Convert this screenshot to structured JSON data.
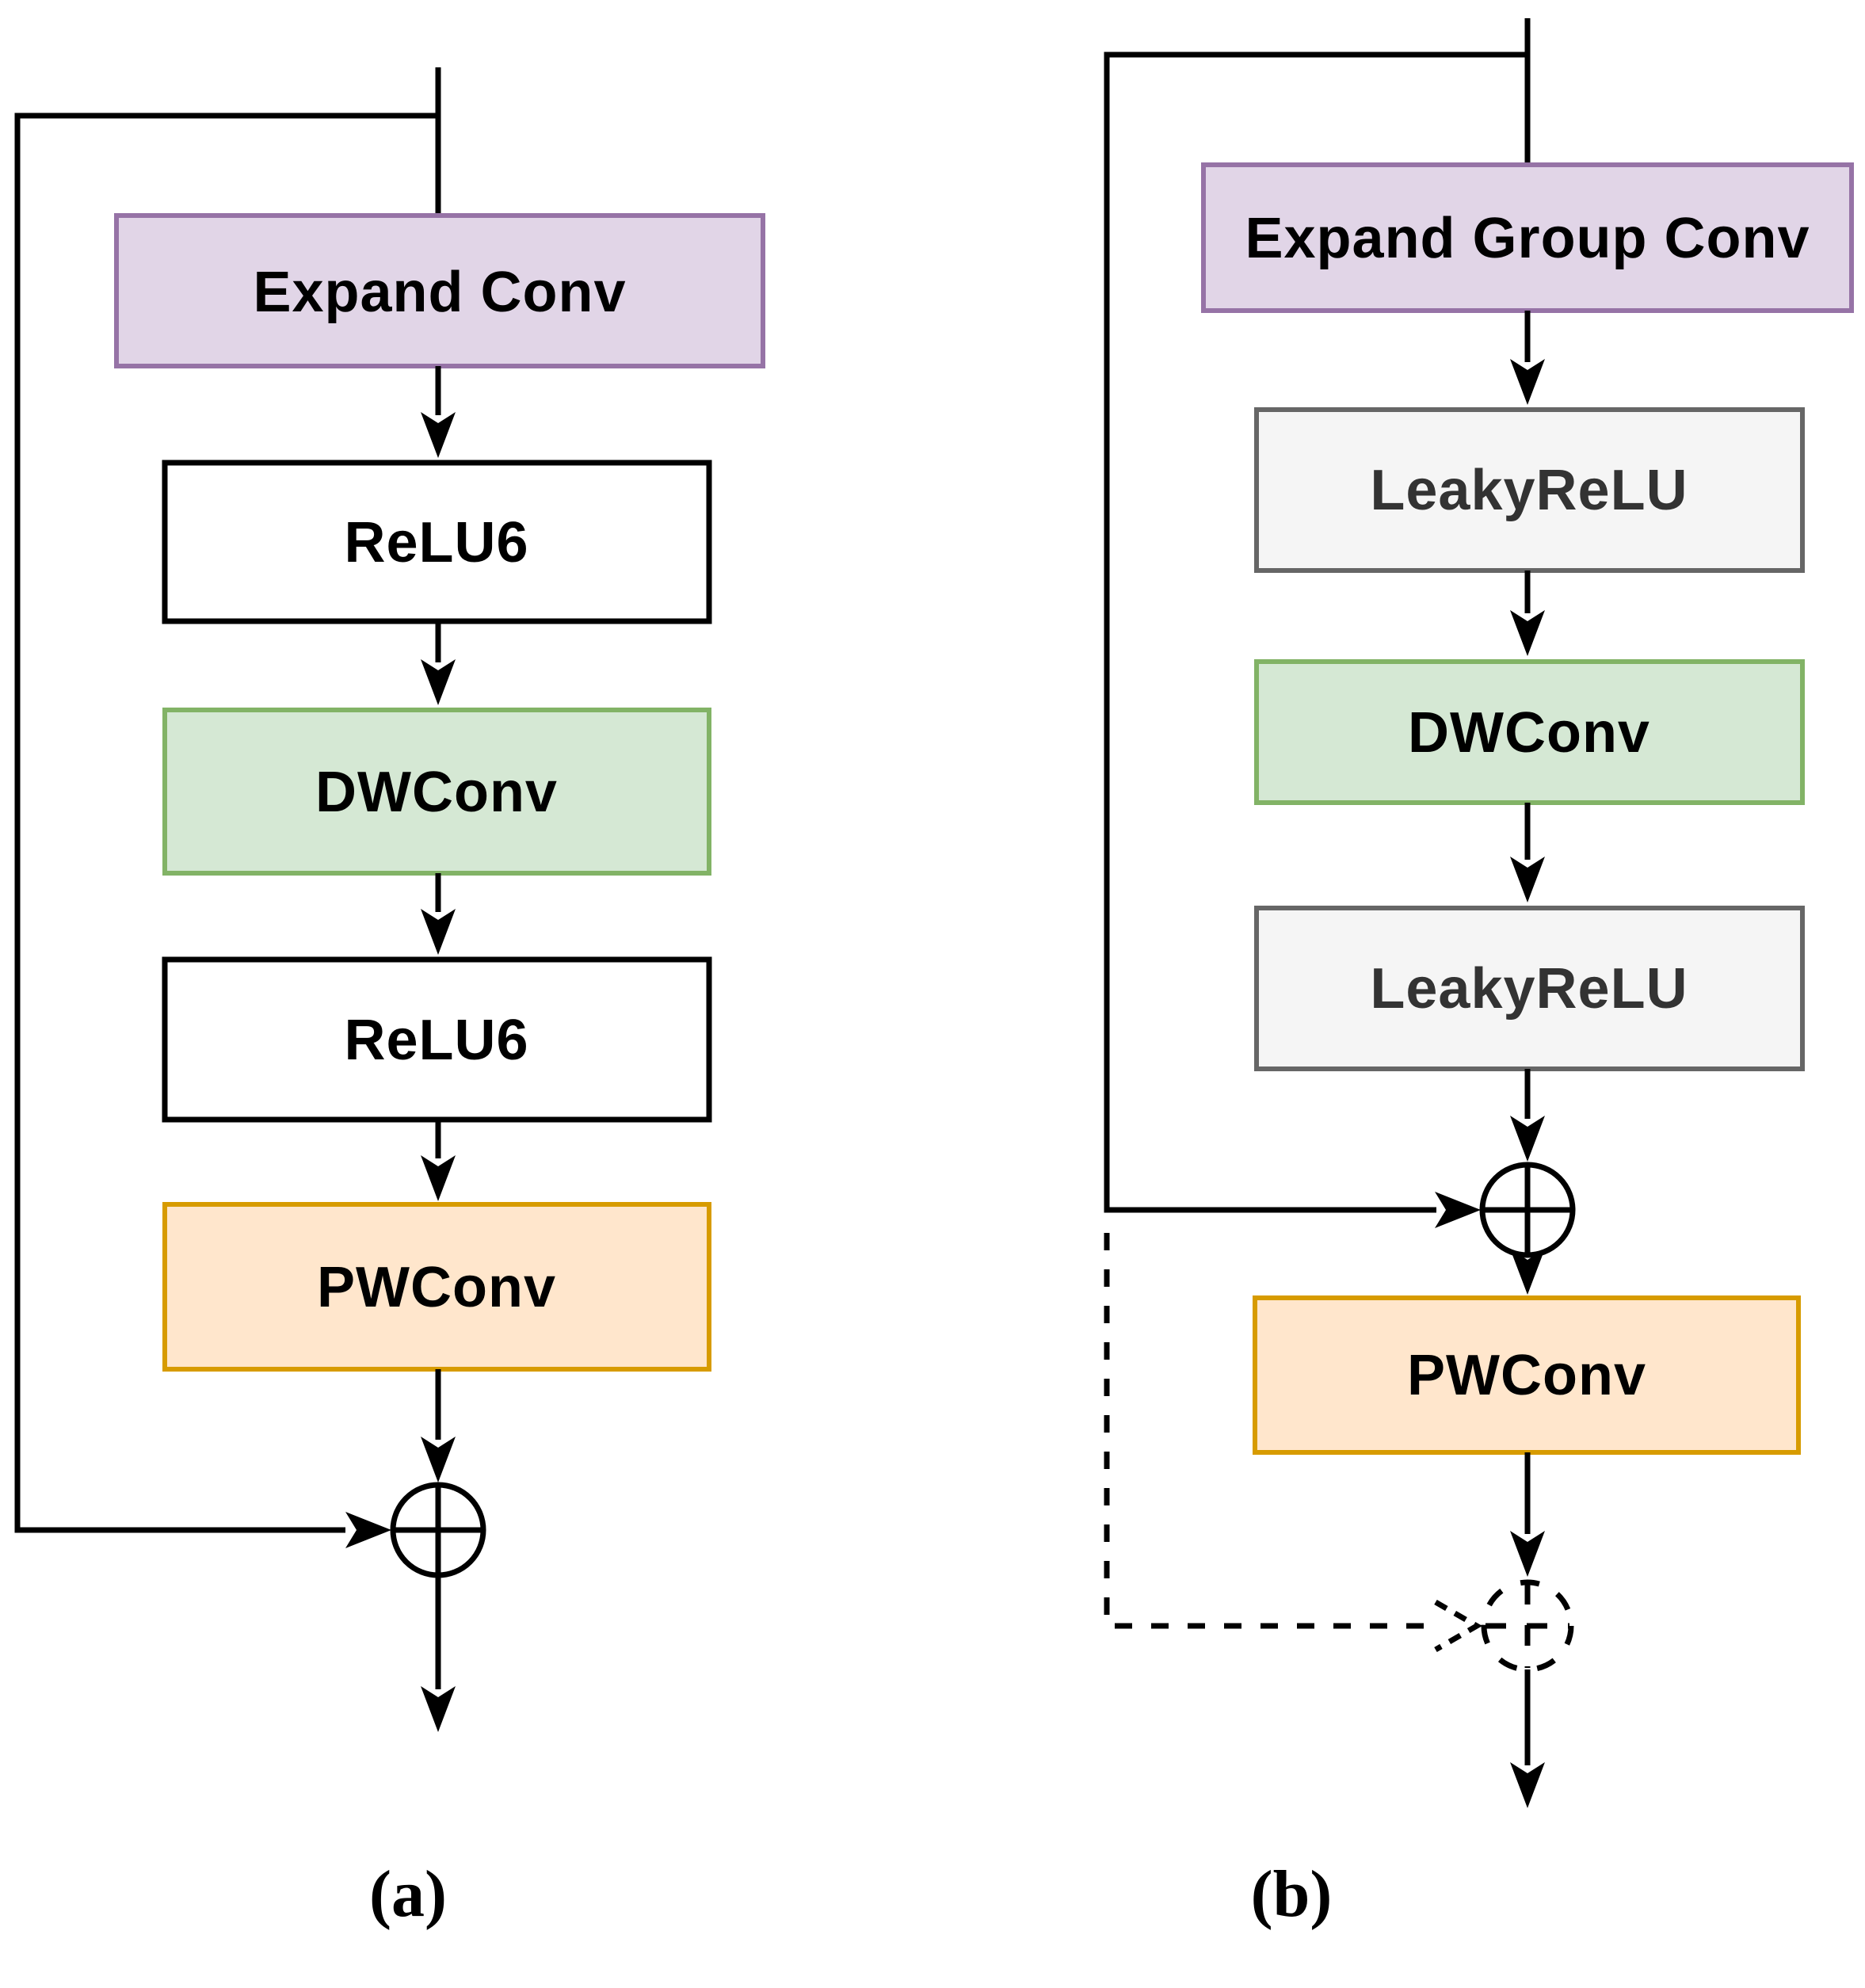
{
  "colors": {
    "background": "#FFFFFF",
    "line": "#000000",
    "expand_fill": "#E1D5E7",
    "expand_stroke": "#9673A6",
    "relu6_fill": "#FFFFFF",
    "relu6_stroke": "#000000",
    "dwconv_fill": "#D5E8D4",
    "dwconv_stroke": "#82B366",
    "pwconv_fill": "#FFE6CC",
    "pwconv_stroke": "#D79B00",
    "leakyrelu_fill": "#F5F5F5",
    "leakyrelu_stroke": "#666666",
    "box_text": "#000000",
    "leakyrelu_text": "#333333"
  },
  "diagram_a": {
    "caption": "(a)",
    "nodes": {
      "expand_conv": {
        "label": "Expand Conv"
      },
      "relu6_top": {
        "label": "ReLU6"
      },
      "dwconv": {
        "label": "DWConv"
      },
      "relu6_bottom": {
        "label": "ReLU6"
      },
      "pwconv": {
        "label": "PWConv"
      }
    },
    "icons": {
      "residual_add": "circle-plus"
    }
  },
  "diagram_b": {
    "caption": "(b)",
    "nodes": {
      "expand_group_conv": {
        "label": "Expand Group Conv"
      },
      "leakyrelu_top": {
        "label": "LeakyReLU"
      },
      "dwconv": {
        "label": "DWConv"
      },
      "leakyrelu_bottom": {
        "label": "LeakyReLU"
      },
      "pwconv": {
        "label": "PWConv"
      }
    },
    "icons": {
      "residual_add": "circle-plus",
      "optional_residual_add": "dashed-circle-plus"
    }
  }
}
